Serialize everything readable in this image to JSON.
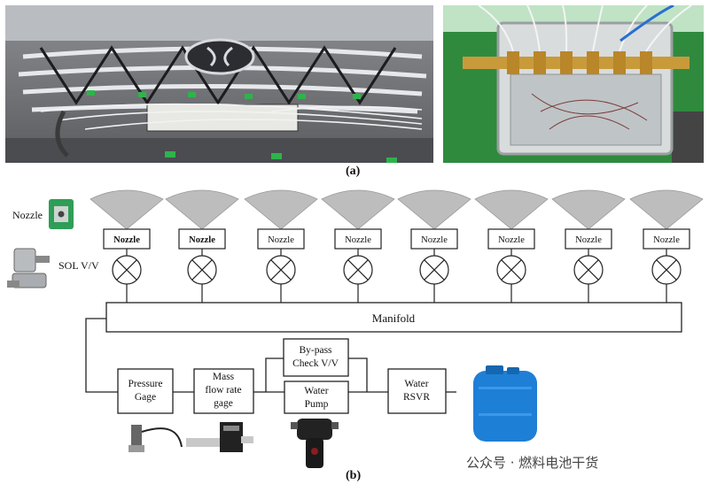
{
  "captions": {
    "a": "(a)",
    "b": "(b)"
  },
  "diagram": {
    "nozzle_label": "Nozzle",
    "nozzle_boxes": [
      "Nozzle",
      "Nozzle",
      "Nozzle",
      "Nozzle",
      "Nozzle",
      "Nozzle",
      "Nozzle",
      "Nozzle"
    ],
    "sol_label": "SOL  V/V",
    "manifold": "Manifold",
    "pressure_gage": [
      "Pressure",
      "Gage"
    ],
    "mass_flow": [
      "Mass",
      "flow rate",
      "gage"
    ],
    "bypass": [
      "By-pass",
      "Check V/V"
    ],
    "water_pump": [
      "Water",
      "Pump"
    ],
    "water_rsvr": [
      "Water",
      "RSVR"
    ]
  },
  "watermark": "公众号 · 燃料电池干货",
  "colors": {
    "fan": "#bdbdbd",
    "line": "#222222",
    "tank": "#1e7fd6",
    "grass": "#2f8a3e"
  }
}
